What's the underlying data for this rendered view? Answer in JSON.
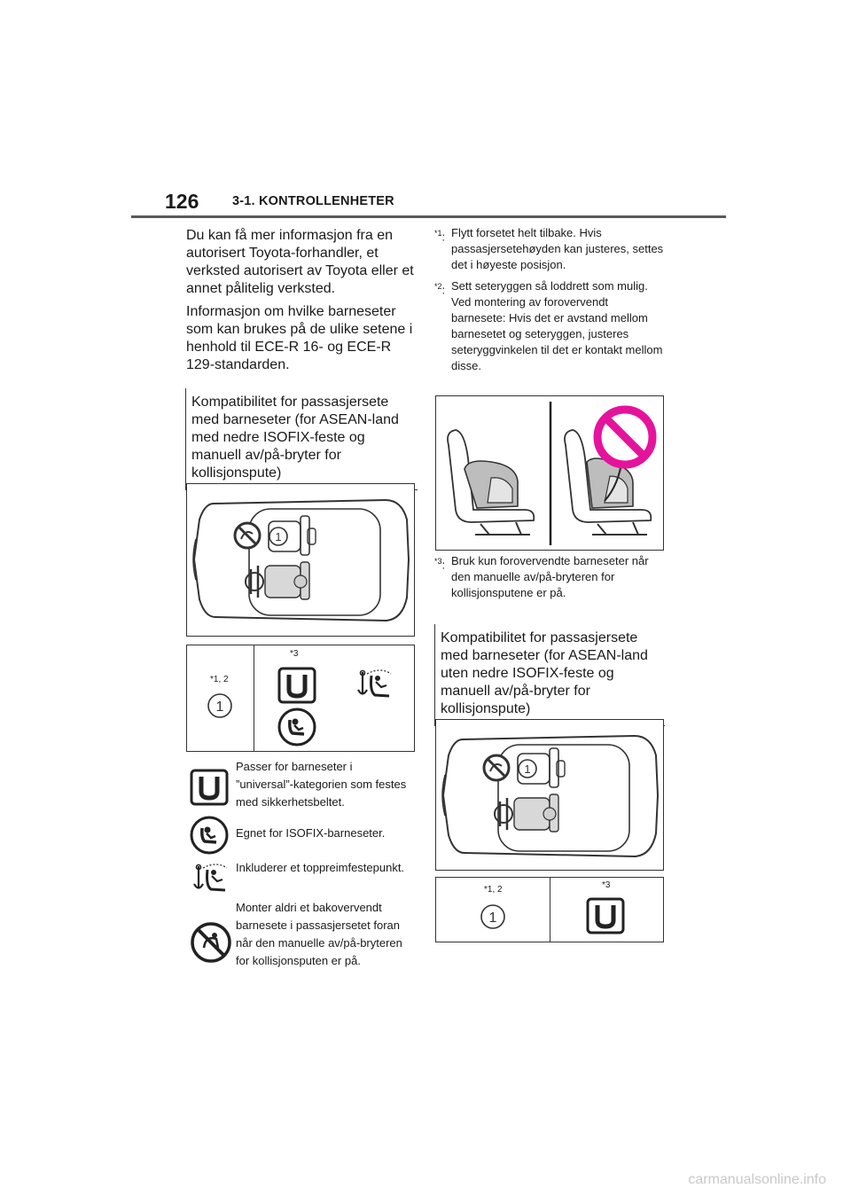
{
  "header": {
    "page_number": "126",
    "section": "3-1. KONTROLLENHETER"
  },
  "left": {
    "paragraph1": "Du kan få mer informasjon fra en autorisert Toyota-forhandler, et verksted autorisert av Toyota eller et annet pålitelig verksted.",
    "paragraph2": "Informasjon om hvilke barneseter som kan brukes på de ulike setene i henhold til ECE-R 16- og ECE-R 129-standarden.",
    "box_heading": "Kompatibilitet for passasjersete med barneseter (for ASEAN-land med nedre ISOFIX-feste og manuell av/på-bryter for kollisjonspute)",
    "seat_label": "1",
    "table": {
      "col1_note": "*1, 2",
      "col1_num": "1",
      "col2_note": "*3"
    },
    "legend": [
      {
        "icon": "universal-u-icon",
        "text": "Passer for barneseter i ”universal”-kategorien som festes med sikkerhetsbeltet."
      },
      {
        "icon": "isofix-icon",
        "text": "Egnet for ISOFIX-barneseter."
      },
      {
        "icon": "top-tether-icon",
        "text": "Inkluderer et toppreimfestepunkt."
      },
      {
        "icon": "no-rear-facing-icon",
        "text": "Monter aldri et bakovervendt barnesete i passasjersetet foran når den manuelle av/på-bryteren for kollisjonsputen er på."
      }
    ]
  },
  "right": {
    "footnotes": [
      {
        "mark": "*1",
        "text": "Flytt forsetet helt tilbake. Hvis passasjersetehøyden kan justeres, settes det i høyeste posisjon."
      },
      {
        "mark": "*2",
        "text": "Sett seteryggen så loddrett som mulig. Ved montering av forovervendt barnesete: Hvis det er avstand mellom barnesetet og seteryggen, justeres seteryggvinkelen til det er kontakt mellom disse."
      },
      {
        "mark": "*3",
        "text": "Bruk kun forovervendte barneseter når den manuelle av/på-bryteren for kollisjonsputene er på."
      }
    ],
    "box_heading": "Kompatibilitet for passasjersete med barneseter (for ASEAN-land uten nedre ISOFIX-feste og manuell av/på-bryter for kollisjonspute)",
    "seat_label": "1",
    "table": {
      "col1_note": "*1, 2",
      "col1_num": "1",
      "col2_note": "*3"
    }
  },
  "colors": {
    "prohibit": "#e5139b",
    "rule": "#5a5a5a",
    "seat_fill": "#cfcfcf"
  },
  "watermark": "carmanualsonline.info"
}
